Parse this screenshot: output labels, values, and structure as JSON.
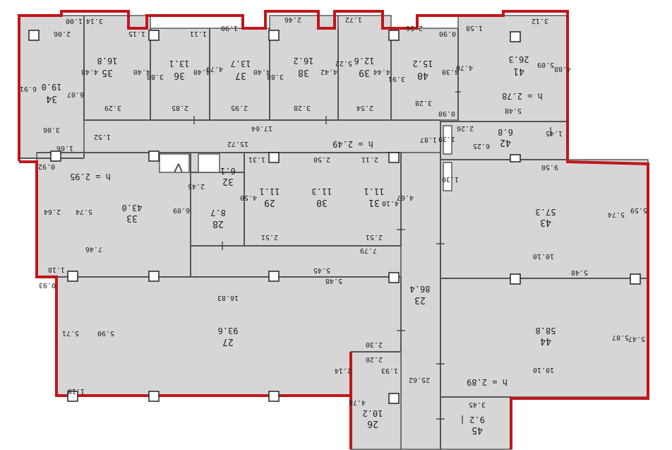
{
  "plan": {
    "outline_color": "#c0161c",
    "room_fill": "#d6d6d6",
    "rooms": [
      {
        "id": "r34",
        "number": "34",
        "area": "19.0"
      },
      {
        "id": "r35",
        "number": "35",
        "area": "16.8"
      },
      {
        "id": "r36",
        "number": "36",
        "area": "13.1"
      },
      {
        "id": "r37",
        "number": "37",
        "area": "13.7"
      },
      {
        "id": "r38",
        "number": "38",
        "area": "16.2"
      },
      {
        "id": "r39",
        "number": "39",
        "area": "12.6"
      },
      {
        "id": "r40",
        "number": "40",
        "area": "15.2"
      },
      {
        "id": "r41",
        "number": "41",
        "area": "26.3"
      },
      {
        "id": "r42",
        "number": "42",
        "area": "6.8"
      },
      {
        "id": "r33",
        "number": "33",
        "area": "43.0"
      },
      {
        "id": "r28",
        "number": "28",
        "area": "8.7"
      },
      {
        "id": "r32",
        "number": "32",
        "area": "6.1"
      },
      {
        "id": "r29",
        "number": "29",
        "area": "11.1"
      },
      {
        "id": "r30",
        "number": "30",
        "area": "11.3"
      },
      {
        "id": "r31",
        "number": "31",
        "area": "11.1"
      },
      {
        "id": "r43",
        "number": "43",
        "area": "57.3"
      },
      {
        "id": "r23",
        "number": "23",
        "area": "86.4"
      },
      {
        "id": "r27",
        "number": "27",
        "area": "93.6"
      },
      {
        "id": "r44",
        "number": "44",
        "area": "58.8"
      },
      {
        "id": "r26",
        "number": "26",
        "area": "10.2"
      },
      {
        "id": "r45",
        "number": "45",
        "area": "9.2"
      }
    ],
    "heights": [
      {
        "id": "h1",
        "text": "h = 2.78"
      },
      {
        "id": "h2",
        "text": "h = 2.49"
      },
      {
        "id": "h3",
        "text": "h = 2.95"
      },
      {
        "id": "h4",
        "text": "h = 2.89"
      }
    ],
    "dimensions": [
      "1.00",
      "3.14",
      "2.06",
      "1.15",
      "1.11",
      "1.90",
      "2.46",
      "1.72",
      "2.56",
      "0.90",
      "1.58",
      "3.12",
      "6.91",
      "6.07",
      "4.48",
      "4.40",
      "3.88",
      "4.40",
      "4.79",
      "4.40",
      "3.88",
      "4.42",
      "5.22",
      "4.44",
      "3.91",
      "4.30",
      "4.70",
      "5.09",
      "4.88",
      "3.29",
      "2.85",
      "2.95",
      "3.28",
      "2.54",
      "3.28",
      "0.98",
      "5.48",
      "3.06",
      "1.52",
      "17.64",
      "2.26",
      "1.45",
      "1.39",
      "6.25",
      "1.66",
      "15.72",
      "1.87",
      "0.92",
      "1.31",
      "2.50",
      "2.11",
      "9.50",
      "1.30",
      "2.45",
      "4.50",
      "4.67",
      "4.10",
      "5.59",
      "2.64",
      "5.74",
      "6.09",
      "5.74",
      "2.51",
      "2.51",
      "7.79",
      "7.46",
      "1.18",
      "5.45",
      "5.48",
      "0.93",
      "5.48",
      "10.10",
      "16.83",
      "5.71",
      "5.90",
      "2.30",
      "2.20",
      "2.14",
      "1.93",
      "25.62",
      "5.87",
      "5.47",
      "10.10",
      "1.18",
      "4.78",
      "3.45"
    ]
  }
}
